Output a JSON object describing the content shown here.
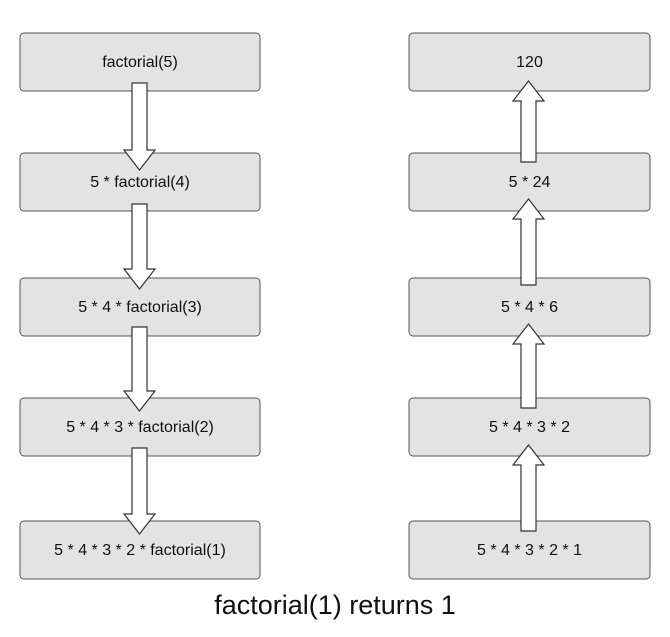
{
  "left_column": {
    "direction": "down",
    "steps": [
      "factorial(5)",
      "5 * factorial(4)",
      "5 * 4 * factorial(3)",
      "5 * 4 * 3 * factorial(2)",
      "5 * 4 * 3 * 2 * factorial(1)"
    ]
  },
  "right_column": {
    "direction": "up",
    "steps": [
      "120",
      "5 * 24",
      "5 * 4 * 6",
      "5 * 4 * 3 * 2",
      "5 * 4 * 3 * 2 * 1"
    ]
  },
  "caption": "factorial(1) returns 1",
  "colors": {
    "box_fill": "#e3e3e3",
    "box_stroke": "#555555",
    "arrow_fill": "#ffffff",
    "arrow_stroke": "#333333",
    "text": "#111111"
  }
}
